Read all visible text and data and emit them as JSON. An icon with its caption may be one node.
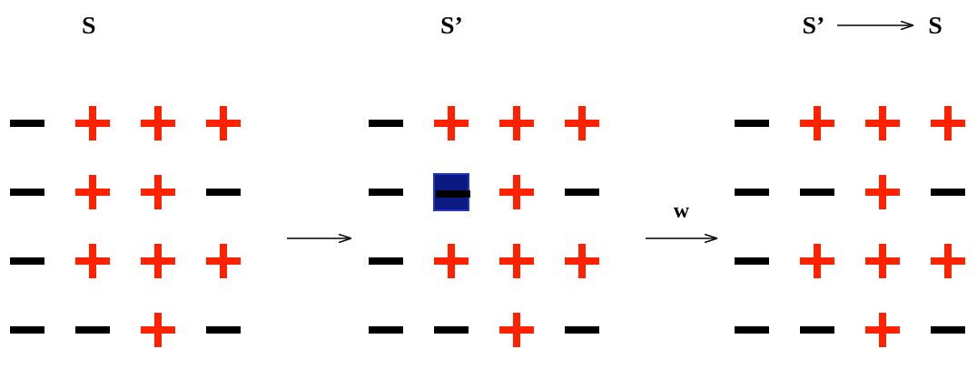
{
  "diagram": {
    "nodes": [
      {
        "text": [
          "S"
        ]
      },
      {
        "text": [],
        "shape": "minus",
        "in": 0
      },
      {
        "text": [],
        "shape": "plus",
        "in": 0
      },
      {
        "text": [],
        "shape": "plus",
        "in": 0
      },
      {
        "text": [],
        "shape": "plus",
        "in": 0
      },
      {
        "text": [],
        "shape": "minus",
        "in": 0
      },
      {
        "text": [],
        "shape": "plus",
        "in": 0
      },
      {
        "text": [],
        "shape": "plus",
        "in": 0
      },
      {
        "text": [],
        "shape": "minus",
        "in": 0
      },
      {
        "text": [],
        "shape": "minus",
        "in": 0
      },
      {
        "text": [],
        "shape": "plus",
        "in": 0
      },
      {
        "text": [],
        "shape": "plus",
        "in": 0
      },
      {
        "text": [],
        "shape": "plus",
        "in": 0
      },
      {
        "text": [],
        "shape": "minus",
        "in": 0
      },
      {
        "text": [],
        "shape": "minus",
        "in": 0
      },
      {
        "text": [],
        "shape": "plus",
        "in": 0
      },
      {
        "text": [],
        "shape": "minus",
        "in": 0
      },
      {
        "text": [
          "S’"
        ]
      },
      {
        "text": [],
        "shape": "minus",
        "in": 17
      },
      {
        "text": [],
        "shape": "plus",
        "in": 17
      },
      {
        "text": [],
        "shape": "plus",
        "in": 17
      },
      {
        "text": [],
        "shape": "plus",
        "in": 17
      },
      {
        "text": [],
        "shape": "minus",
        "in": 17
      },
      {
        "text": [],
        "shape": "box",
        "in": 17
      },
      {
        "text": [],
        "shape": "minus",
        "in": 23
      },
      {
        "text": [],
        "shape": "plus",
        "in": 17
      },
      {
        "text": [],
        "shape": "minus",
        "in": 17
      },
      {
        "text": [],
        "shape": "minus",
        "in": 17
      },
      {
        "text": [],
        "shape": "plus",
        "in": 17
      },
      {
        "text": [],
        "shape": "plus",
        "in": 17
      },
      {
        "text": [],
        "shape": "plus",
        "in": 17
      },
      {
        "text": [],
        "shape": "minus",
        "in": 17
      },
      {
        "text": [],
        "shape": "minus",
        "in": 17
      },
      {
        "text": [],
        "shape": "plus",
        "in": 17
      },
      {
        "text": [],
        "shape": "minus",
        "in": 17
      },
      {
        "text": [],
        "shape": "grid"
      },
      {
        "text": [],
        "shape": "minus",
        "in": 35
      },
      {
        "text": [],
        "shape": "plus",
        "in": 35
      },
      {
        "text": [],
        "shape": "plus",
        "in": 35
      },
      {
        "text": [],
        "shape": "plus",
        "in": 35
      },
      {
        "text": [],
        "shape": "minus",
        "in": 35
      },
      {
        "text": [],
        "shape": "minus",
        "in": 35
      },
      {
        "text": [],
        "shape": "plus",
        "in": 35
      },
      {
        "text": [],
        "shape": "minus",
        "in": 35
      },
      {
        "text": [],
        "shape": "minus",
        "in": 35
      },
      {
        "text": [],
        "shape": "plus",
        "in": 35
      },
      {
        "text": [],
        "shape": "plus",
        "in": 35
      },
      {
        "text": [],
        "shape": "plus",
        "in": 35
      },
      {
        "text": [],
        "shape": "minus",
        "in": 35
      },
      {
        "text": [],
        "shape": "minus",
        "in": 35
      },
      {
        "text": [],
        "shape": "plus",
        "in": 35
      },
      {
        "text": [],
        "shape": "minus",
        "in": 35
      },
      {
        "text": [
          "S’"
        ]
      },
      {
        "text": [
          "S"
        ]
      }
    ],
    "edges": [
      {
        "from": 0,
        "to": 17,
        "arrow": "to"
      },
      {
        "from": 17,
        "to": 35,
        "arrow": "to",
        "label": "w"
      },
      {
        "from": 52,
        "to": 53,
        "arrow": "to"
      }
    ]
  }
}
